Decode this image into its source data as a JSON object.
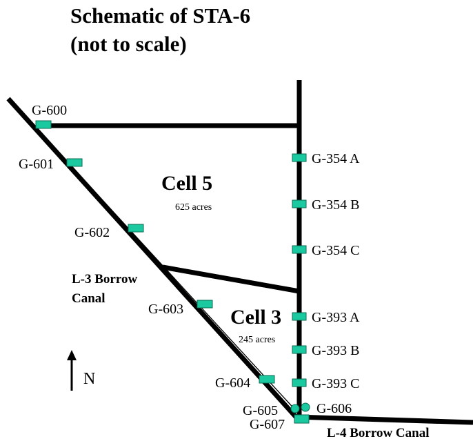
{
  "title": {
    "line1": "Schematic of STA-6",
    "line2": "(not to scale)"
  },
  "colors": {
    "structure_fill": "#1ac9a0",
    "line": "#000000",
    "background": "#ffffff"
  },
  "cells": {
    "cell5": {
      "name": "Cell 5",
      "area": "625 acres"
    },
    "cell3": {
      "name": "Cell 3",
      "area": "245 acres"
    }
  },
  "canals": {
    "l3_line1": "L-3 Borrow",
    "l3_line2": "Canal",
    "l4": "L-4 Borrow Canal"
  },
  "north": {
    "label": "N",
    "icon": "north-arrow-icon"
  },
  "gates": {
    "g600": "G-600",
    "g601": "G-601",
    "g602": "G-602",
    "g603": "G-603",
    "g604": "G-604",
    "g605": "G-605",
    "g606": "G-606",
    "g607": "G-607",
    "g354a": "G-354 A",
    "g354b": "G-354 B",
    "g354c": "G-354 C",
    "g393a": "G-393 A",
    "g393b": "G-393 B",
    "g393c": "G-393 C"
  }
}
